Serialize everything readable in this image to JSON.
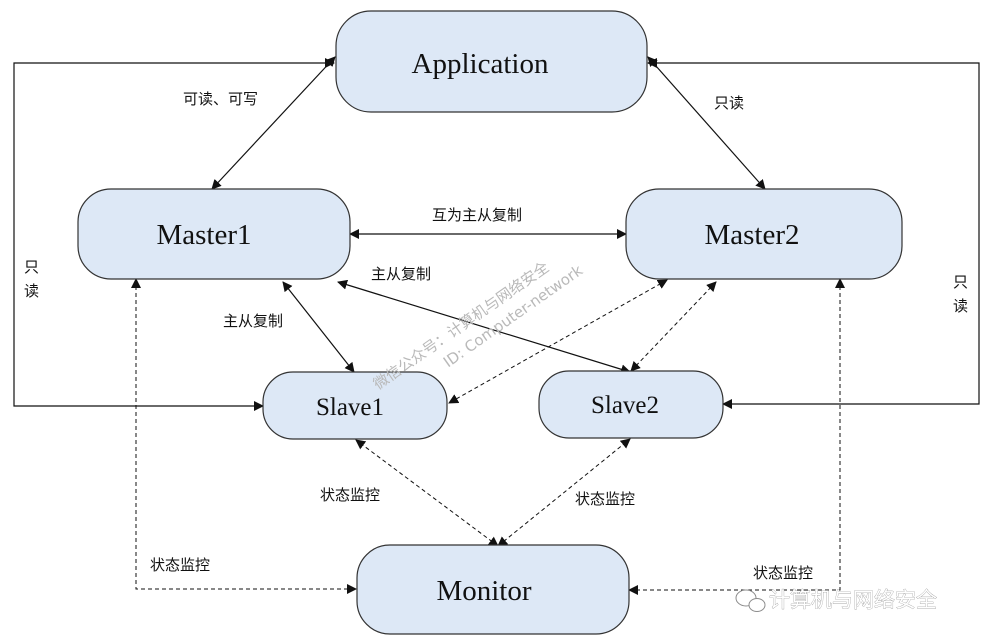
{
  "nodes": {
    "application": "Application",
    "master1": "Master1",
    "master2": "Master2",
    "slave1": "Slave1",
    "slave2": "Slave2",
    "monitor": "Monitor"
  },
  "edges": {
    "app_master1": "可读、可写",
    "app_master2": "只读",
    "master_master": "互为主从复制",
    "master1_slave2": "主从复制",
    "master1_slave1": "主从复制",
    "left_readonly_1": "只",
    "left_readonly_2": "读",
    "right_readonly_1": "只",
    "right_readonly_2": "读",
    "monitor_slave1": "状态监控",
    "monitor_slave2": "状态监控",
    "monitor_master1": "状态监控",
    "monitor_master2": "状态监控"
  },
  "watermark": {
    "line1": "微信公众号：计算机与网络安全",
    "line2": "ID: Computer-network"
  },
  "brand": {
    "text": "计算机与网络安全"
  },
  "colors": {
    "node_fill": "#dde8f6",
    "node_stroke": "#333333",
    "line": "#111111"
  }
}
